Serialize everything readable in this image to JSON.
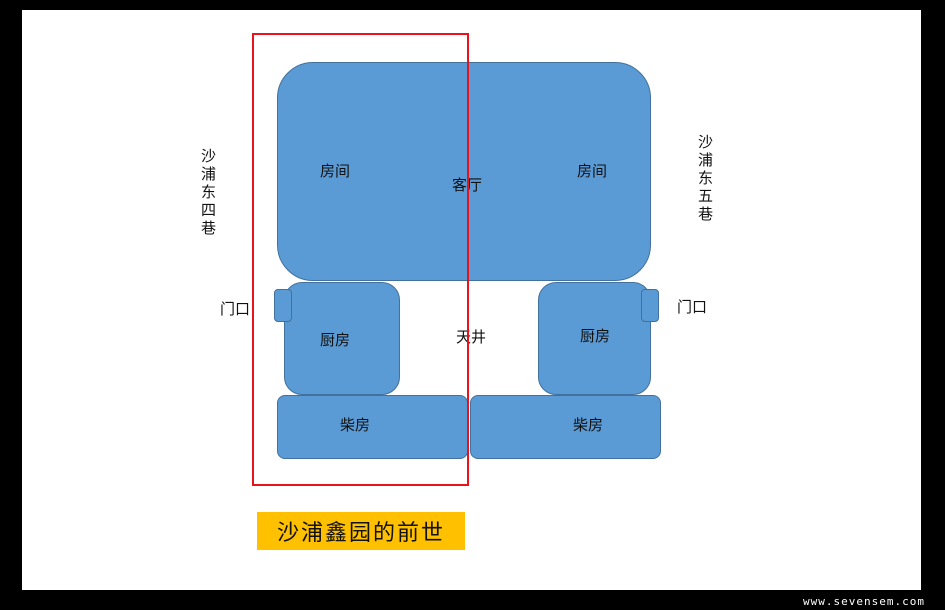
{
  "rooms": {
    "living_room": "客厅",
    "bedroom_left": "房间",
    "bedroom_right": "房间",
    "kitchen_left": "厨房",
    "kitchen_right": "厨房",
    "woodshed_left": "柴房",
    "woodshed_right": "柴房",
    "courtyard": "天井"
  },
  "streets": {
    "left": "沙浦东四巷",
    "right": "沙浦东五巷"
  },
  "doors": {
    "left_label": "门口",
    "right_label": "门口"
  },
  "title": "沙浦鑫园的前世",
  "watermark": "www.sevensem.com",
  "colors": {
    "room_fill": "#5b9bd5",
    "room_border": "#41719c",
    "highlight": "#e8131f",
    "banner": "#ffc000",
    "frame": "#000000"
  }
}
